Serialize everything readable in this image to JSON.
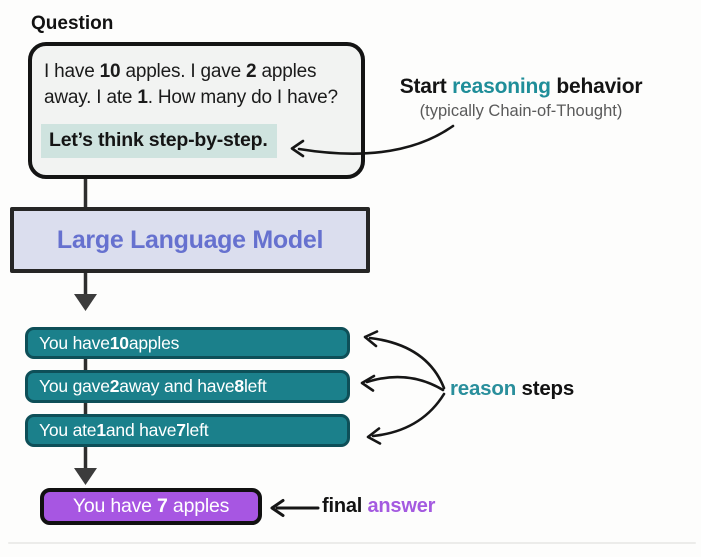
{
  "title": "Question",
  "question_box": {
    "line1": [
      "I have ",
      "10",
      " apples. I gave ",
      "2",
      " apples"
    ],
    "line2": [
      "away. I ate ",
      "1",
      ". How many do I have?"
    ],
    "prompt_highlight": "Let’s think step-by-step."
  },
  "reasoning_annotation": {
    "pre": "Start ",
    "keyword": "reasoning",
    "post": " behavior",
    "subtext": "(typically Chain-of-Thought)"
  },
  "llm_box": {
    "label": "Large Language Model"
  },
  "steps": [
    {
      "parts": [
        "You have ",
        "10",
        " apples"
      ]
    },
    {
      "parts": [
        "You gave ",
        "2",
        " away and have ",
        "8",
        " left"
      ]
    },
    {
      "parts": [
        "You ate ",
        "1",
        " and have ",
        "7",
        " left"
      ]
    }
  ],
  "reason_steps_annotation": {
    "keyword": "reason",
    "post": " steps"
  },
  "final_box": {
    "parts": [
      "You have ",
      "7",
      " apples"
    ]
  },
  "final_answer_annotation": {
    "pre": "final ",
    "keyword": "answer"
  },
  "colors": {
    "step_box_bg": "#1b808b",
    "step_box_border": "#0e4f58",
    "highlight_bg": "#cfe3df",
    "llm_box_bg": "#dbdeee",
    "llm_text": "#6671cf",
    "teal_keyword": "#1f8e99",
    "purple_box_bg": "#a756e2",
    "purple_keyword": "#a45ae0",
    "arrow": "#2e2e2e"
  }
}
